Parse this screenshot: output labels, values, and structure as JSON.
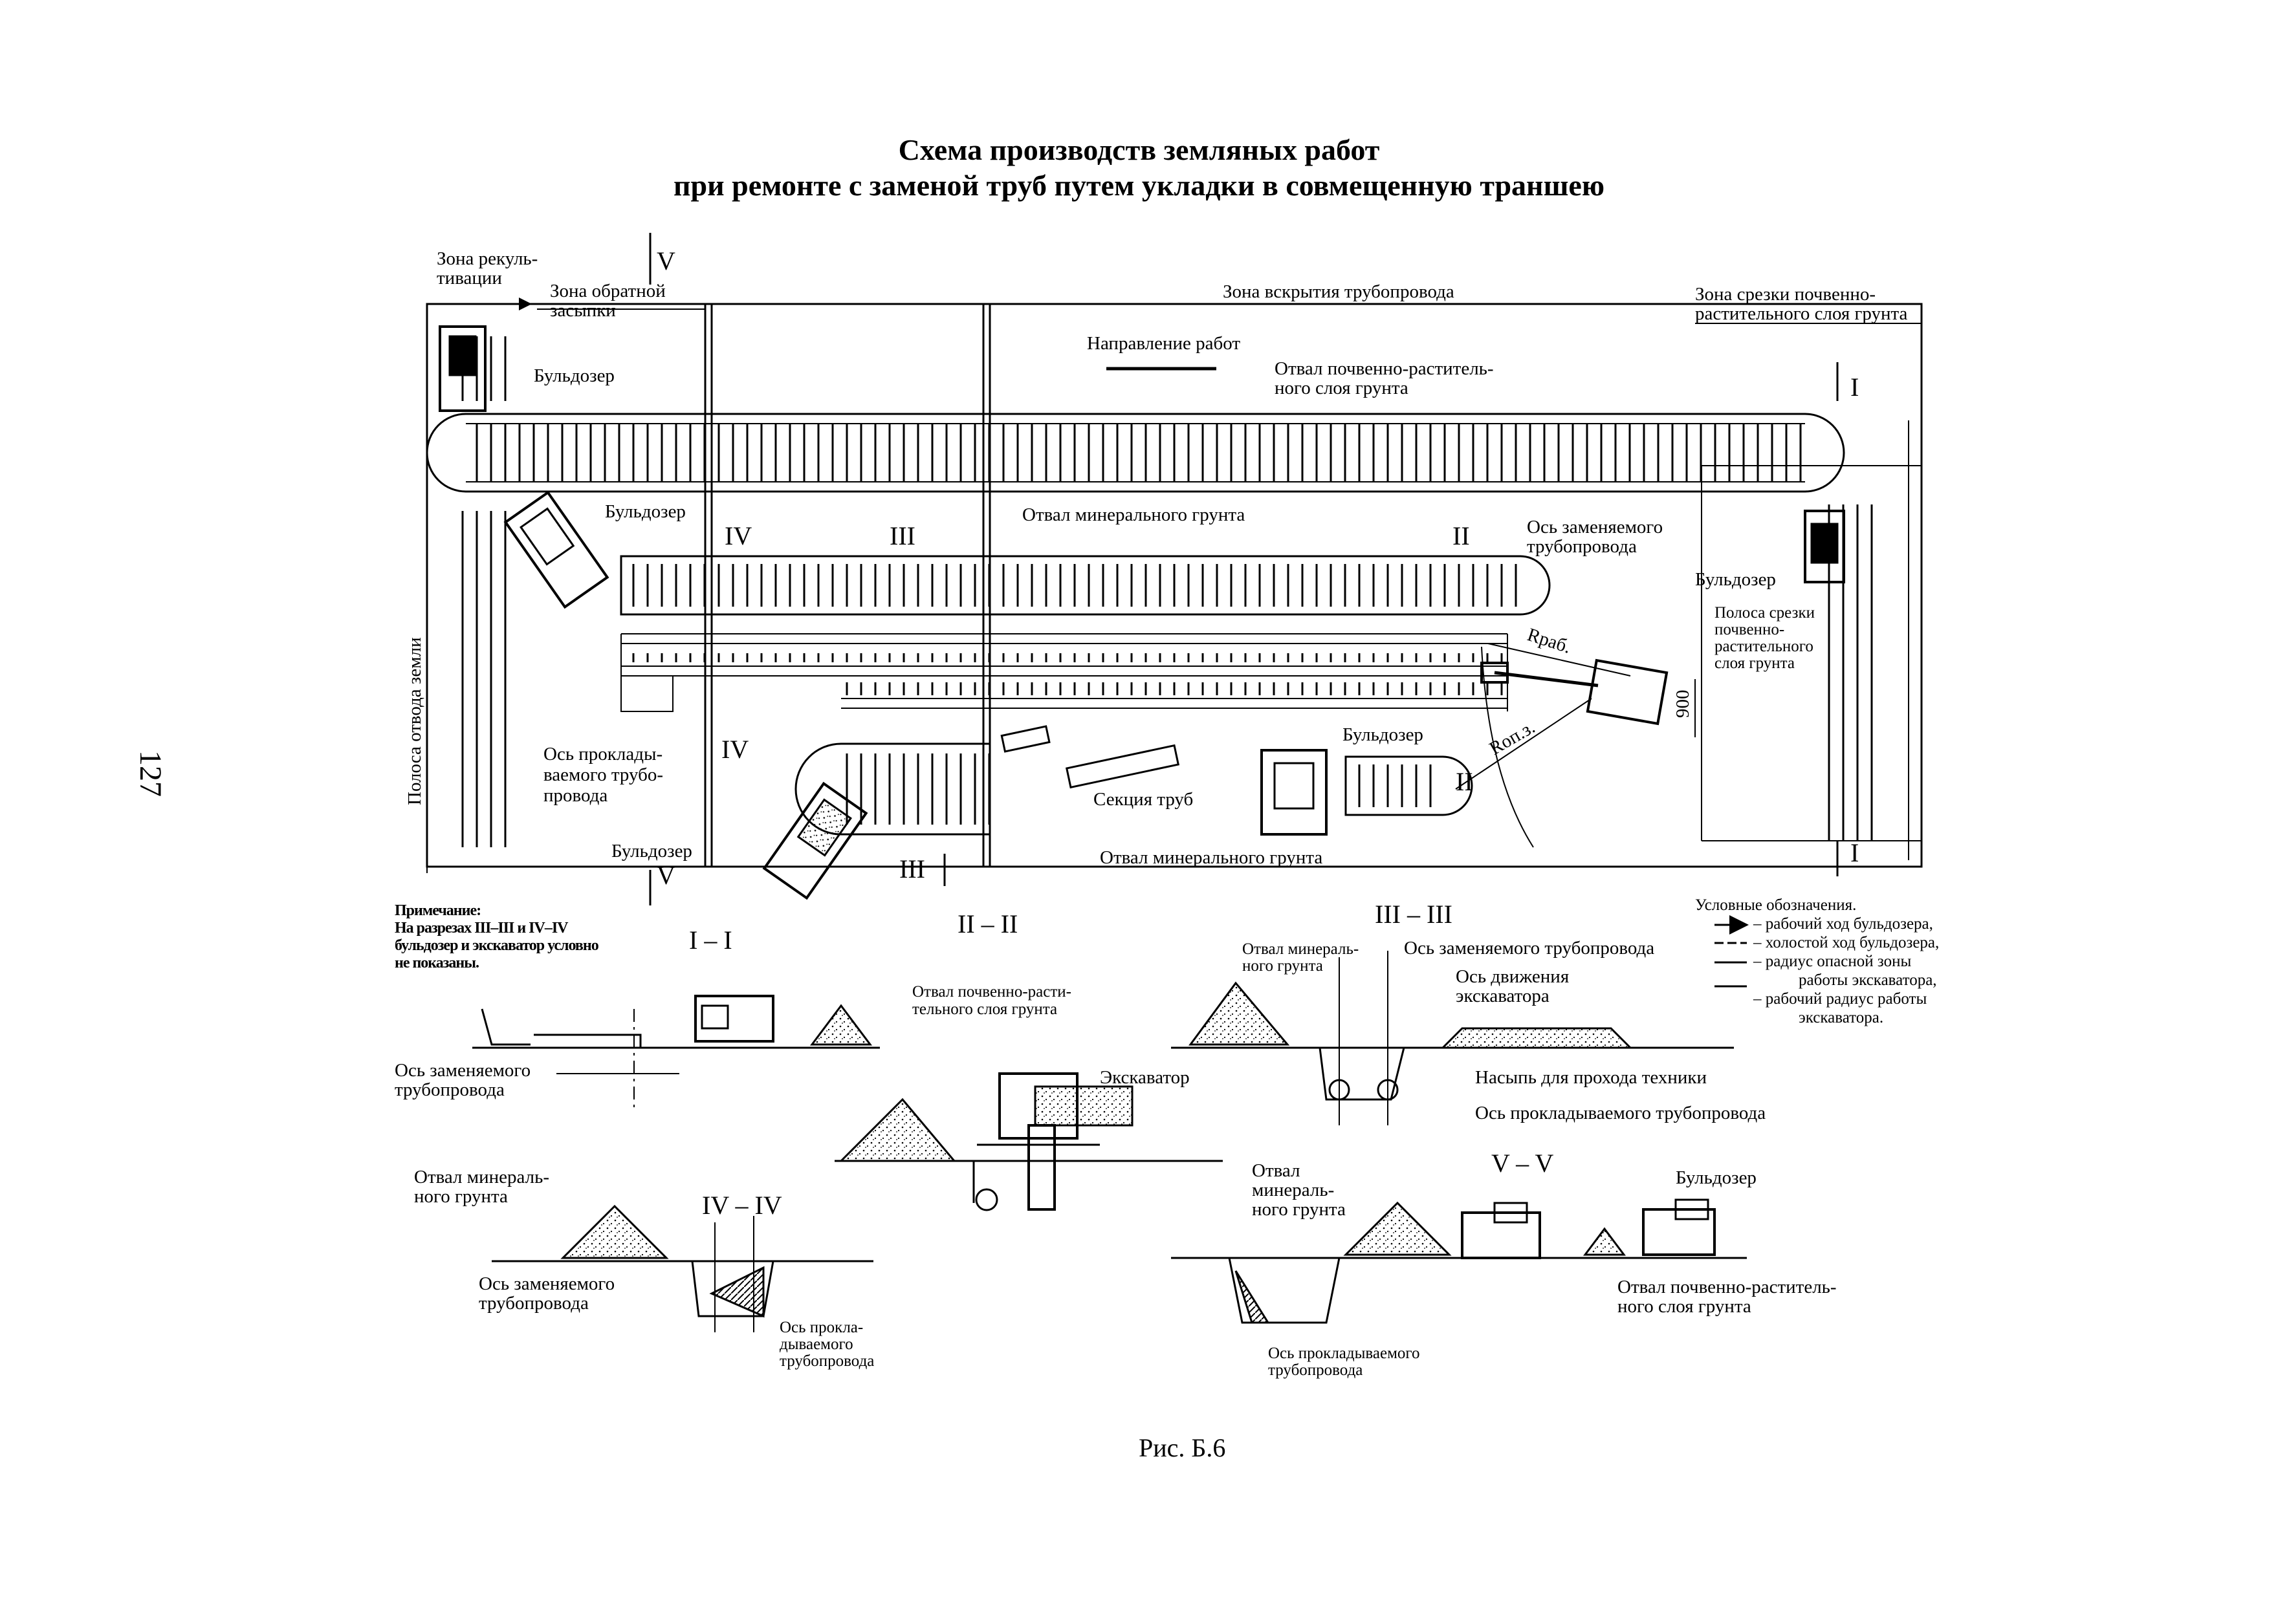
{
  "title": {
    "line1": "Схема производств земляных работ",
    "line2": "при ремонте с заменой труб путем укладки в совмещенную траншею"
  },
  "page_number": "127",
  "figure_caption": "Рис. Б.6",
  "plan": {
    "zone_recultivation": [
      "Зона рекуль-",
      "тивации"
    ],
    "zone_backfill": [
      "Зона обратной",
      "засыпки"
    ],
    "zone_opening": "Зона вскрытия трубопровода",
    "zone_topsoil_cut": [
      "Зона срезки почвенно-",
      "растительного слоя грунта"
    ],
    "work_direction": "Направление работ",
    "topsoil_dump": [
      "Отвал почвенно-раститель-",
      "ного слоя грунта"
    ],
    "mineral_dump": "Отвал минерального грунта",
    "mineral_dump_bottom": "Отвал минерального грунта",
    "replaced_axis": [
      "Ось заменяемого",
      "трубопровода"
    ],
    "new_axis": [
      "Ось проклады-",
      "ваемого трубо-",
      "провода"
    ],
    "topsoil_strip": [
      "Полоса срезки",
      "почвенно-",
      "растительного",
      "слоя грунта"
    ],
    "land_strip": "Полоса отвода земли",
    "pipe_section": "Секция труб",
    "bulldozer": "Бульдозер",
    "r_work": "Rраб.",
    "r_danger": "Rоп.з.",
    "dim_900": "900",
    "section_marks": [
      "I",
      "II",
      "III",
      "IV",
      "V"
    ]
  },
  "note": {
    "heading": "Примечание:",
    "lines": [
      "На разрезах III–III и IV–IV",
      "бульдозер и экскаватор условно",
      "не показаны."
    ]
  },
  "legend": {
    "heading": "Условные обозначения.",
    "items": [
      {
        "text": "– рабочий ход бульдозера,"
      },
      {
        "text": "– холостой ход бульдозера,"
      },
      {
        "text": "– радиус опасной зоны",
        "cont": "работы экскаватора,"
      },
      {
        "text": "– рабочий радиус работы",
        "cont": "экскаватора."
      }
    ]
  },
  "sections": {
    "s1": {
      "title": "I – I",
      "replaced_axis": [
        "Ось заменяемого",
        "трубопровода"
      ]
    },
    "s2": {
      "title": "II – II",
      "topsoil_dump": [
        "Отвал почвенно-расти-",
        "тельного слоя грунта"
      ],
      "excavator": "Экскаватор"
    },
    "s3": {
      "title": "III – III",
      "mineral_dump": [
        "Отвал минераль-",
        "ного грунта"
      ],
      "replaced_axis": "Ось заменяемого трубопровода",
      "excavator_axis": [
        "Ось движения",
        "экскаватора"
      ],
      "embankment": "Насыпь для прохода техники",
      "new_axis": "Ось прокладываемого трубопровода"
    },
    "s4": {
      "title": "IV – IV",
      "mineral_dump": [
        "Отвал минераль-",
        "ного грунта"
      ],
      "replaced_axis": [
        "Ось заменяемого",
        "трубопровода"
      ],
      "new_axis": [
        "Ось прокла-",
        "дываемого",
        "трубопровода"
      ]
    },
    "s5": {
      "title": "V – V",
      "mineral_dump": [
        "Отвал",
        "минераль-",
        "ного грунта"
      ],
      "bulldozer": "Бульдозер",
      "topsoil_dump": [
        "Отвал почвенно-раститель-",
        "ного слоя грунта"
      ],
      "new_axis": [
        "Ось прокладываемого",
        "трубопровода"
      ]
    }
  }
}
